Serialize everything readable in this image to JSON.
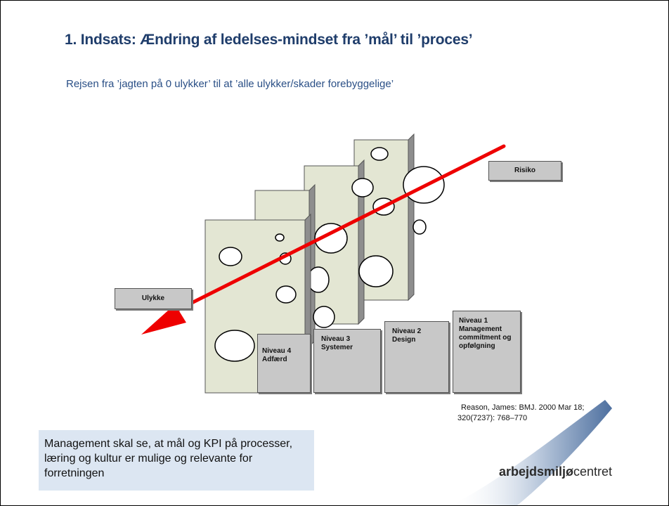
{
  "slide": {
    "title": "1. Indsats: Ændring af ledelses-mindset fra ’mål’ til ’proces’",
    "subtitle": "Rejsen fra ’jagten på 0 ulykker’ til at ’alle ulykker/skader forebyggelige’"
  },
  "diagram": {
    "risk_label": "Risiko",
    "accident_label": "Ulykke",
    "levels": [
      {
        "title": "Niveau 4",
        "text": "Adfærd"
      },
      {
        "title": "Niveau 3",
        "text": "Systemer"
      },
      {
        "title": "Niveau 2",
        "text": "Design"
      },
      {
        "title": "Niveau 1",
        "text": "Management commitment og opfølgning"
      }
    ],
    "colors": {
      "slice_fill": "#e3e6d3",
      "slice_side": "#8e8e8e",
      "arrow": "#ee0000",
      "label_fill": "#c8c8c8"
    }
  },
  "citation": {
    "line1": "Reason, James: BMJ. 2000 Mar 18;",
    "line2": "320(7237): 768–770"
  },
  "note": {
    "text": "Management skal se, at mål og KPI på processer, læring og kultur er mulige og relevante for forretningen"
  },
  "logo": {
    "bold_part": "arbejdsmiljø",
    "light_part": "centret",
    "accent_color": "#3a5f96"
  }
}
